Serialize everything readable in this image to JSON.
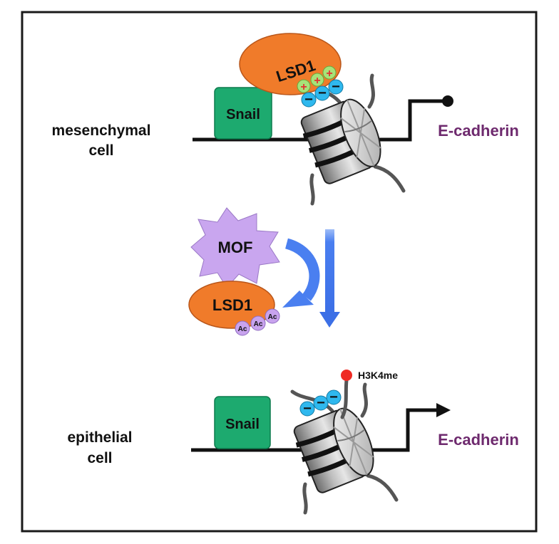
{
  "top": {
    "cell_label_line1": "mesenchymal",
    "cell_label_line2": "cell",
    "snail": "Snail",
    "lsd1": "LSD1",
    "gene": "E-cadherin",
    "plus_sign": "+",
    "minus_sign": "−"
  },
  "middle": {
    "mof": "MOF",
    "lsd1": "LSD1",
    "ac_label": "Ac"
  },
  "bottom": {
    "cell_label_line1": "epithelial",
    "cell_label_line2": "cell",
    "snail": "Snail",
    "gene": "E-cadherin",
    "mark": "H3K4me",
    "minus_sign": "−"
  },
  "colors": {
    "snail_green": "#1daa6f",
    "lsd1_orange": "#f07b2a",
    "mof_purple": "#c9a6ef",
    "ac_purple": "#c8a3ee",
    "arrow_blue": "#4a7ff0",
    "charge_green": "#a7e279",
    "charge_red": "#e33131",
    "minus_cyan": "#2fb8ee",
    "gene_purple": "#6e2a6e",
    "methyl_red": "#ef2a24"
  }
}
